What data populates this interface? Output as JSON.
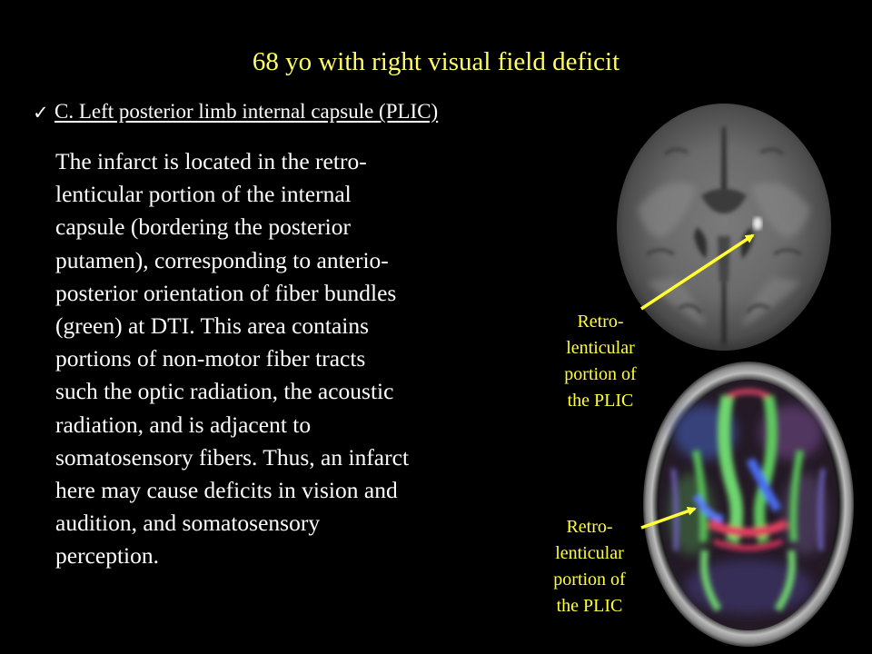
{
  "title": "68 yo with right visual field deficit",
  "subhead": {
    "check_icon": "✓",
    "text": "C.  Left posterior limb internal capsule (PLIC)"
  },
  "body_lines": [
    "The infarct is located in the retro-",
    "lenticular portion of the internal",
    "capsule (bordering the posterior",
    "putamen), corresponding to anterio-",
    "posterior orientation of fiber bundles",
    "(green) at DTI. This area contains",
    "portions of non-motor fiber tracts",
    "such the optic radiation, the acoustic",
    "radiation, and is adjacent to",
    "somatosensory fibers. Thus, an infarct",
    "here may cause deficits in vision and",
    "audition, and somatosensory",
    "perception."
  ],
  "label_top": [
    "Retro-",
    "lenticular",
    "portion of",
    "the PLIC"
  ],
  "label_bottom": [
    "Retro-",
    "lenticular",
    "portion of",
    "the PLIC"
  ],
  "colors": {
    "background": "#000000",
    "title": "#ffff66",
    "label": "#ffff33",
    "arrow": "#ffff33",
    "text": "#ffffff"
  },
  "images": {
    "top": "dwi-mri-axial-brain",
    "bottom": "dti-color-fa-axial-brain"
  }
}
